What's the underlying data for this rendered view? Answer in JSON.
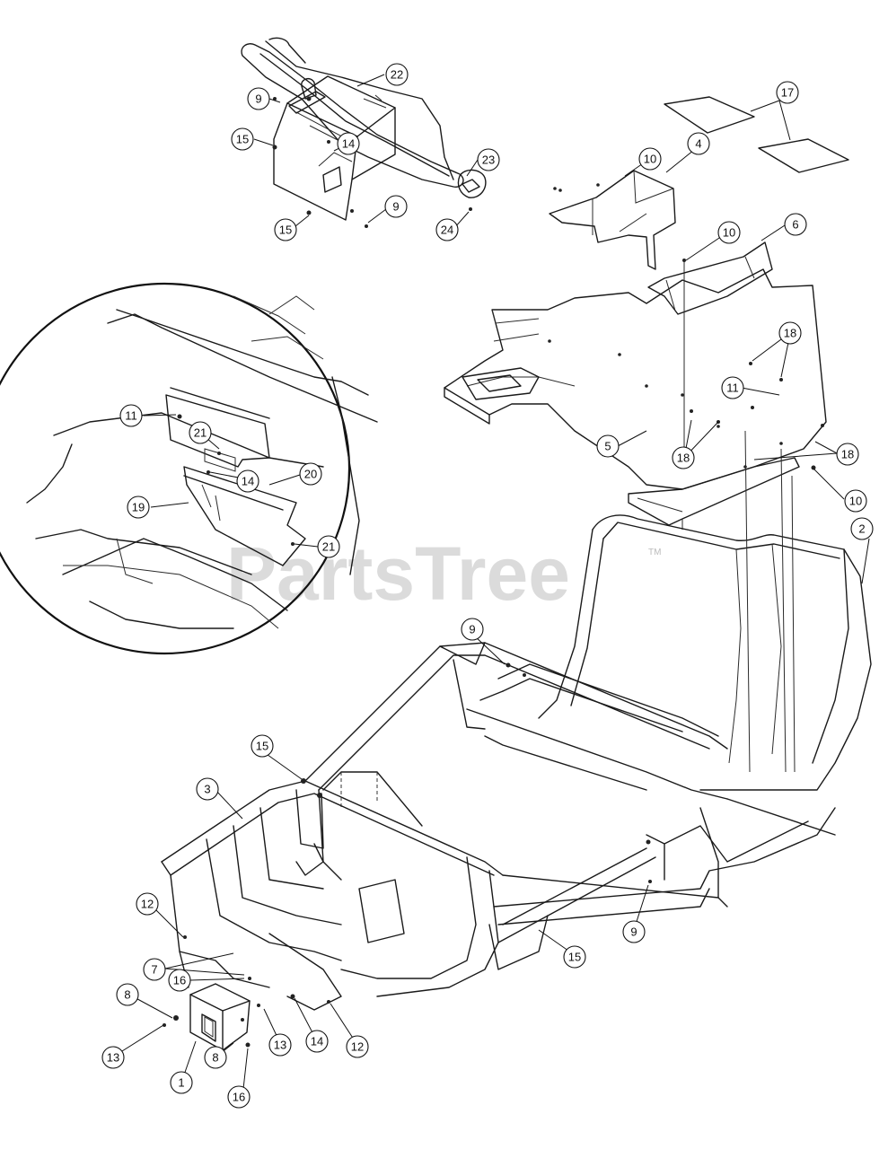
{
  "watermark": {
    "text": "PartsTree",
    "tm": "TM"
  },
  "callouts": {
    "c1": "1",
    "c2": "2",
    "c3": "3",
    "c4": "4",
    "c5": "5",
    "c6": "6",
    "c7": "7",
    "c8a": "8",
    "c8b": "8",
    "c9a": "9",
    "c9b": "9",
    "c9c": "9",
    "c9d": "9",
    "c10a": "10",
    "c10b": "10",
    "c10c": "10",
    "c11a": "11",
    "c11b": "11",
    "c12a": "12",
    "c12b": "12",
    "c13a": "13",
    "c13b": "13",
    "c14a": "14",
    "c14b": "14",
    "c14c": "14",
    "c15a": "15",
    "c15b": "15",
    "c15c": "15",
    "c15d": "15",
    "c16a": "16",
    "c16b": "16",
    "c17": "17",
    "c18a": "18",
    "c18b": "18",
    "c18c": "18",
    "c19": "19",
    "c20": "20",
    "c21a": "21",
    "c21b": "21",
    "c22": "22",
    "c23": "23",
    "c24": "24"
  }
}
